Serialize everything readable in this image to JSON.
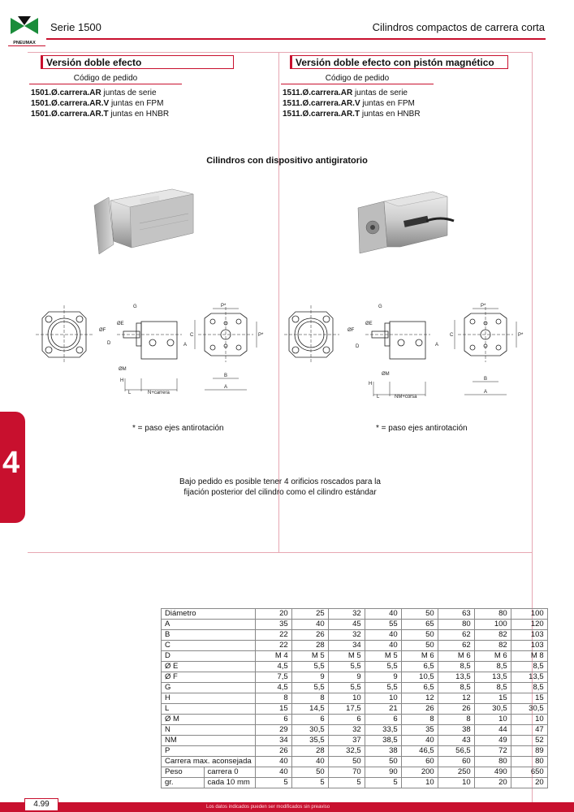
{
  "header": {
    "series": "Serie 1500",
    "title": "Cilindros compactos de carrera corta",
    "brand": "PNEUMAX"
  },
  "left": {
    "heading": "Versión doble efecto",
    "code_head": "Código de pedido",
    "codes": [
      {
        "code": "1501.Ø.carrera.AR",
        "desc": " juntas de serie"
      },
      {
        "code": "1501.Ø.carrera.AR.V",
        "desc": " juntas en FPM"
      },
      {
        "code": "1501.Ø.carrera.AR.T",
        "desc": " juntas en HNBR"
      }
    ],
    "note": "* = paso ejes antirotación",
    "dims": {
      "g": "G",
      "oe": "ØE",
      "of": "ØF",
      "d": "D",
      "om": "ØM",
      "h": "H",
      "l": "L",
      "n": "N+carrera",
      "p": "P*",
      "c": "C",
      "a": "A",
      "b": "B",
      "a2": "A",
      "p2": "P*"
    }
  },
  "right": {
    "heading": "Versión doble efecto con pistón magnético",
    "code_head": "Código de pedido",
    "codes": [
      {
        "code": "1511.Ø.carrera.AR",
        "desc": " juntas de serie"
      },
      {
        "code": "1511.Ø.carrera.AR.V",
        "desc": " juntas en FPM"
      },
      {
        "code": "1511.Ø.carrera.AR.T",
        "desc": " juntas en HNBR"
      }
    ],
    "note": "* = paso ejes antirotación",
    "dims": {
      "g": "G",
      "oe": "ØE",
      "of": "ØF",
      "d": "D",
      "om": "ØM",
      "h": "H",
      "l": "L",
      "n": "NM+corsa",
      "p": "P*",
      "c": "C",
      "a": "A",
      "b": "B",
      "a2": "A",
      "p2": "P*"
    }
  },
  "subtitle": "Cilindros con dispositivo antigiratorio",
  "center_note": [
    "Bajo pedido es posible tener 4 orificios roscados para la",
    "fijación posterior del cilindro como el cilindro estándar"
  ],
  "tab_number": "4",
  "page_number": "4.99",
  "footer_text": "Los datos indicados pueden ser modificados sin preaviso",
  "table": {
    "rows": [
      {
        "label": "Diámetro",
        "values": [
          "20",
          "25",
          "32",
          "40",
          "50",
          "63",
          "80",
          "100"
        ]
      },
      {
        "label": "A",
        "values": [
          "35",
          "40",
          "45",
          "55",
          "65",
          "80",
          "100",
          "120"
        ]
      },
      {
        "label": "B",
        "values": [
          "22",
          "26",
          "32",
          "40",
          "50",
          "62",
          "82",
          "103"
        ]
      },
      {
        "label": "C",
        "values": [
          "22",
          "28",
          "34",
          "40",
          "50",
          "62",
          "82",
          "103"
        ]
      },
      {
        "label": "D",
        "values": [
          "M 4",
          "M 5",
          "M 5",
          "M 5",
          "M 6",
          "M 6",
          "M 6",
          "M 8"
        ]
      },
      {
        "label": "Ø E",
        "values": [
          "4,5",
          "5,5",
          "5,5",
          "5,5",
          "6,5",
          "8,5",
          "8,5",
          "8,5"
        ]
      },
      {
        "label": "Ø F",
        "values": [
          "7,5",
          "9",
          "9",
          "9",
          "10,5",
          "13,5",
          "13,5",
          "13,5"
        ]
      },
      {
        "label": "G",
        "values": [
          "4,5",
          "5,5",
          "5,5",
          "5,5",
          "6,5",
          "8,5",
          "8,5",
          "8,5"
        ]
      },
      {
        "label": "H",
        "values": [
          "8",
          "8",
          "10",
          "10",
          "12",
          "12",
          "15",
          "15"
        ]
      },
      {
        "label": "L",
        "values": [
          "15",
          "14,5",
          "17,5",
          "21",
          "26",
          "26",
          "30,5",
          "30,5"
        ]
      },
      {
        "label": "Ø M",
        "values": [
          "6",
          "6",
          "6",
          "6",
          "8",
          "8",
          "10",
          "10"
        ]
      },
      {
        "label": "N",
        "values": [
          "29",
          "30,5",
          "32",
          "33,5",
          "35",
          "38",
          "44",
          "47"
        ]
      },
      {
        "label": "NM",
        "values": [
          "34",
          "35,5",
          "37",
          "38,5",
          "40",
          "43",
          "49",
          "52"
        ]
      },
      {
        "label": "P",
        "values": [
          "26",
          "28",
          "32,5",
          "38",
          "46,5",
          "56,5",
          "72",
          "89"
        ]
      },
      {
        "label": "Carrera max. aconsejada",
        "values": [
          "40",
          "40",
          "50",
          "50",
          "60",
          "60",
          "80",
          "80"
        ]
      }
    ],
    "peso_label": "Peso",
    "gr_label": "gr.",
    "peso_rows": [
      {
        "label": "carrera 0",
        "values": [
          "40",
          "50",
          "70",
          "90",
          "200",
          "250",
          "490",
          "650"
        ]
      },
      {
        "label": "cada 10 mm",
        "values": [
          "5",
          "5",
          "5",
          "5",
          "10",
          "10",
          "20",
          "20"
        ]
      }
    ]
  }
}
